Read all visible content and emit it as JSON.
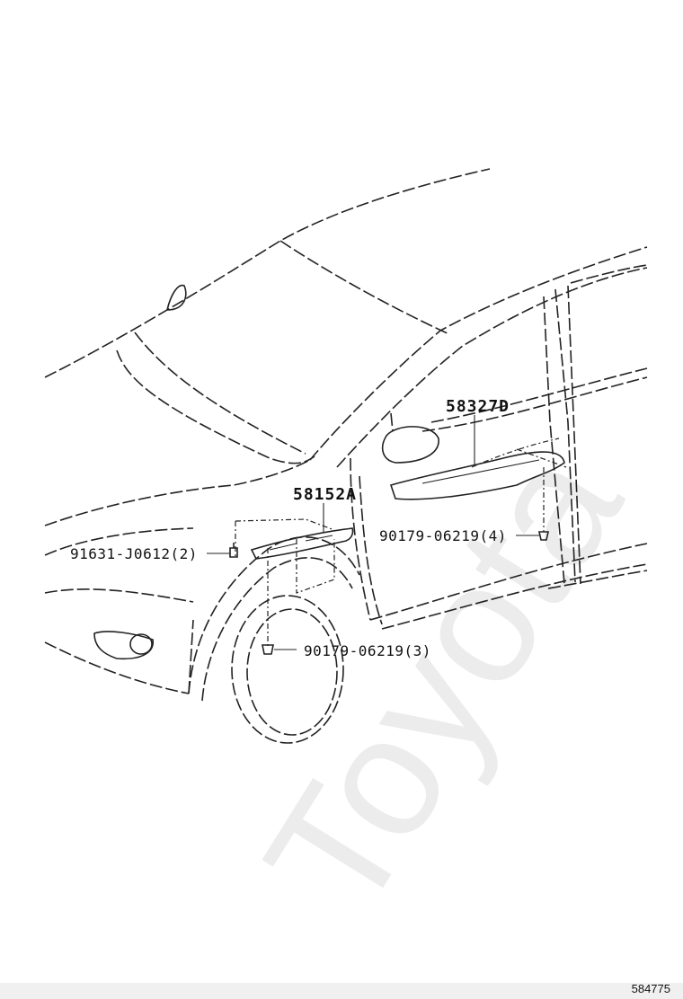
{
  "watermark": "Toyota",
  "diagram_id": "584775",
  "parts": [
    {
      "number": "58327D"
    },
    {
      "number": "58152A"
    },
    {
      "number": "90179-06219(4)"
    },
    {
      "number": "91631-J0612(2)"
    },
    {
      "number": "90179-06219(3)"
    }
  ]
}
